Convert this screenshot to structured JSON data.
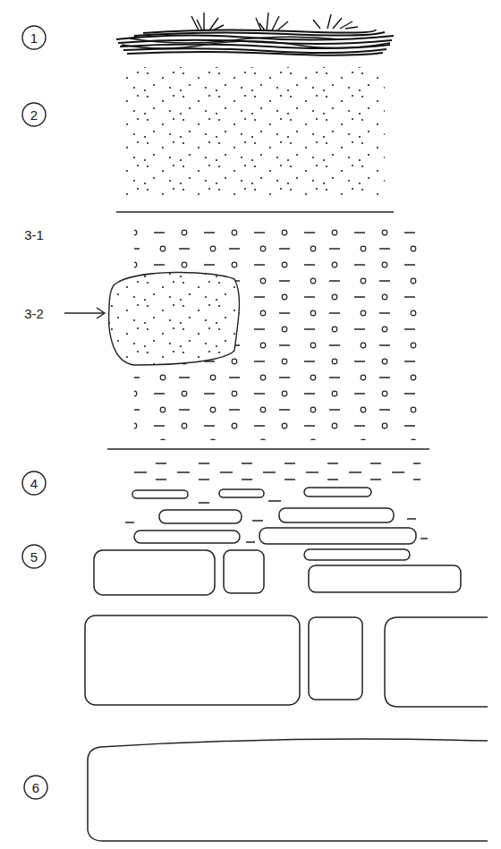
{
  "diagram": {
    "labels": [
      "1",
      "2",
      "3-1",
      "3-2",
      "4",
      "5",
      "6"
    ]
  }
}
